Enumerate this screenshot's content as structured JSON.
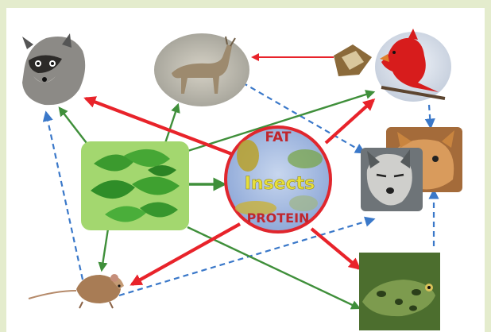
{
  "diagram": {
    "hub": {
      "labels": {
        "top": "FAT",
        "middle": "Insects",
        "bottom": "PROTEIN"
      }
    },
    "nodes": [
      {
        "id": "raccoon",
        "icon": "raccoon-icon"
      },
      {
        "id": "deer",
        "icon": "deer-icon"
      },
      {
        "id": "cardinal",
        "icon": "cardinal-icon"
      },
      {
        "id": "predators",
        "icon": "wolf-and-cat-icon"
      },
      {
        "id": "plants",
        "icon": "leaves-icon"
      },
      {
        "id": "mouse",
        "icon": "mouse-icon"
      },
      {
        "id": "frog",
        "icon": "frog-icon"
      }
    ],
    "colors": {
      "background": "#e4eccd",
      "frame_inner": "#ffffff",
      "plant_arrow": "#3f8f3a",
      "insect_arrow": "#e8232a",
      "predator_arrow": "#3a78c9",
      "hub_fill": "#a8bfe6",
      "hub_stroke": "#e0262d",
      "hub_top_text": "#c0262d",
      "hub_middle_text": "#e7df3a",
      "hub_bottom_text": "#c0262d",
      "plant_box": "#a3d76f"
    }
  }
}
